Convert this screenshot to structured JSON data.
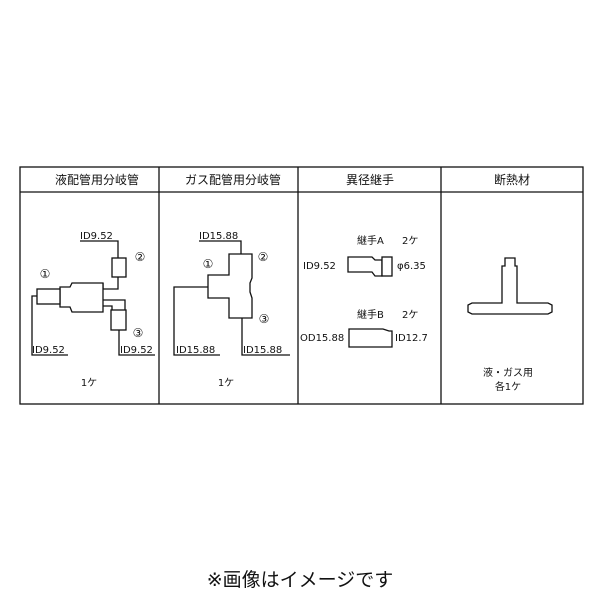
{
  "table": {
    "columns": [
      {
        "header": "液配管用分岐管",
        "labels": {
          "top": "ID9.52",
          "bottom_left": "ID9.52",
          "bottom_right": "ID9.52",
          "n1": "①",
          "n2": "②",
          "n3": "③"
        },
        "quantity": "1ケ"
      },
      {
        "header": "ガス配管用分岐管",
        "labels": {
          "top": "ID15.88",
          "bottom_left": "ID15.88",
          "bottom_right": "ID15.88",
          "n1": "①",
          "n2": "②",
          "n3": "③"
        },
        "quantity": "1ケ"
      },
      {
        "header": "異径継手",
        "fitting_a": {
          "name": "継手A",
          "qty": "2ケ",
          "left": "ID9.52",
          "right": "φ6.35"
        },
        "fitting_b": {
          "name": "継手B",
          "qty": "2ケ",
          "left": "OD15.88",
          "right": "ID12.7"
        }
      },
      {
        "header": "断熱材",
        "note_line1": "液・ガス用",
        "note_line2": "各1ケ"
      }
    ]
  },
  "footer": "※画像はイメージです"
}
